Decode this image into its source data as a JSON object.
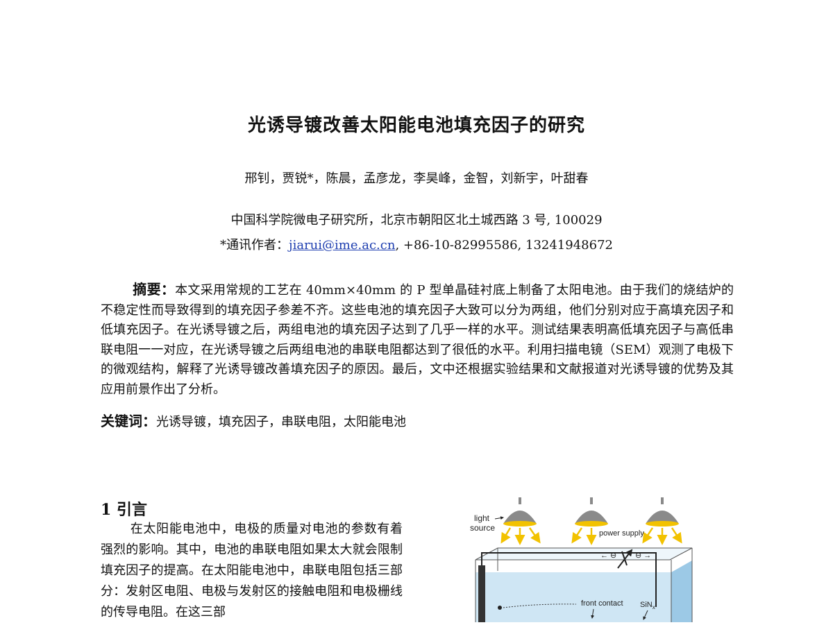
{
  "paper": {
    "title": "光诱导镀改善太阳能电池填充因子的研究",
    "authors": "邢钊，贾锐*，陈晨，孟彦龙，李昊峰，金智，刘新宇，叶甜春",
    "affiliation": "中国科学院微电子研究所，北京市朝阳区北土城西路 3 号, 100029",
    "corr_prefix": "*通讯作者：",
    "corr_email": "jiarui@ime.ac.cn",
    "corr_phone": ",    +86-10-82995586, 13241948672",
    "abstract_label": "摘要：",
    "abstract_text": "本文采用常规的工艺在 40mm×40mm 的 P 型单晶硅衬底上制备了太阳电池。由于我们的烧结炉的不稳定性而导致得到的填充因子参差不齐。这些电池的填充因子大致可以分为两组，他们分别对应于高填充因子和低填充因子。在光诱导镀之后，两组电池的填充因子达到了几乎一样的水平。测试结果表明高低填充因子与高低串联电阻一一对应，在光诱导镀之后两组电池的串联电阻都达到了很低的水平。利用扫描电镜（SEM）观测了电极下的微观结构，解释了光诱导镀改善填充因子的原因。最后，文中还根据实验结果和文献报道对光诱导镀的优势及其应用前景作出了分析。",
    "keywords_label": "关键词：",
    "keywords_text": "光诱导镀，填充因子，串联电阻，太阳能电池",
    "section1_title": "1 引言",
    "section1_text": "在太阳能电池中，电极的质量对电池的参数有着强烈的影响。其中，电池的串联电阻如果太大就会限制填充因子的提高。在太阳能电池中，串联电阻包括三部分：发射区电阻、电极与发射区的接触电阻和电极栅线的传导电阻。在这三部"
  },
  "figure": {
    "light_label_1": "light",
    "light_label_2": "source",
    "power_label": "power supply",
    "front_contact_label": "front contact",
    "sinx_label": "SiN",
    "sinx_sub": "x",
    "colors": {
      "lamp": "#8a8a8a",
      "lamp_glow": "#f2c200",
      "arrow": "#f2c200",
      "bath": "#cfe6f4",
      "bath_dark": "#9cc9e6",
      "electrode": "#333333"
    }
  }
}
